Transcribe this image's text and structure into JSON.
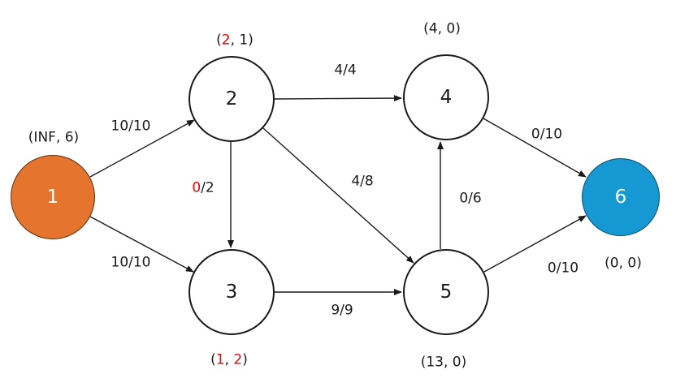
{
  "colors": {
    "source_fill": "#E5742F",
    "sink_fill": "#1698D2",
    "node_fill": "#FFFFFF",
    "stroke": "#1A1A1A",
    "text": "#1A1A1A",
    "highlight": "#EE0000",
    "node_text_light": "#FFFFFF"
  },
  "nodes": {
    "n1": {
      "label": "1"
    },
    "n2": {
      "label": "2"
    },
    "n3": {
      "label": "3"
    },
    "n4": {
      "label": "4"
    },
    "n5": {
      "label": "5"
    },
    "n6": {
      "label": "6"
    }
  },
  "annotations": {
    "n1": {
      "text": "(INF, 6)"
    },
    "n2": {
      "pre": "(",
      "red": "2",
      "post": ", 1)"
    },
    "n3": {
      "p1": "(",
      "r1": "1",
      "p2": ", ",
      "r2": "2",
      "p3": ")"
    },
    "n4": {
      "text": "(4, 0)"
    },
    "n5": {
      "text": "(13, 0)"
    },
    "n6": {
      "text": "(0, 0)"
    }
  },
  "edges": {
    "e12": {
      "from": "1",
      "to": "2",
      "label": "10/10"
    },
    "e13": {
      "from": "1",
      "to": "3",
      "label": "10/10"
    },
    "e24": {
      "from": "2",
      "to": "4",
      "label": "4/4"
    },
    "e23": {
      "from": "2",
      "to": "3",
      "red": "0",
      "rest": "/2"
    },
    "e25": {
      "from": "2",
      "to": "5",
      "label": "4/8"
    },
    "e35": {
      "from": "3",
      "to": "5",
      "label": "9/9"
    },
    "e54": {
      "from": "5",
      "to": "4",
      "label": "0/6"
    },
    "e46": {
      "from": "4",
      "to": "6",
      "label": "0/10"
    },
    "e56": {
      "from": "5",
      "to": "6",
      "label": "0/10"
    }
  }
}
